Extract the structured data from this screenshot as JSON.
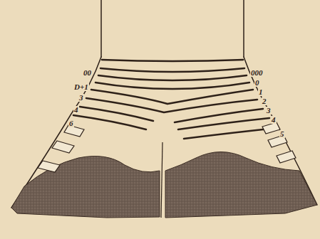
{
  "diagram": {
    "labels": [
      "00",
      "D+1",
      "3",
      "4",
      "6",
      "000",
      "0",
      "1",
      "2",
      "3",
      "4",
      "5"
    ]
  }
}
